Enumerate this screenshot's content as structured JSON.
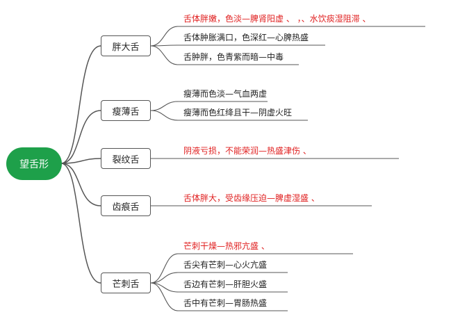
{
  "root": {
    "label": "望舌形"
  },
  "branches": [
    {
      "label": "胖大舌",
      "items": [
        {
          "text": "舌体胖嫩，色淡—脾肾阳虚 、           ，、水饮痰湿阻滞 、",
          "highlight": true
        },
        {
          "text": "舌体肿胀满口，色深红—心脾热盛",
          "highlight": false
        },
        {
          "text": "舌肿胖，色青紫而暗—中毒",
          "highlight": false
        }
      ]
    },
    {
      "label": "瘦薄舌",
      "items": [
        {
          "text": "瘦薄而色淡—气血两虚",
          "highlight": false
        },
        {
          "text": "瘦薄而色红绛且干—阴虚火旺",
          "highlight": false
        }
      ]
    },
    {
      "label": "裂纹舌",
      "items": [
        {
          "text": "阴液亏损，不能荣润—热盛津伤 、",
          "highlight": true
        }
      ]
    },
    {
      "label": "齿痕舌",
      "items": [
        {
          "text": "舌体胖大，受齿缘压迫—脾虚湿盛 、",
          "highlight": true
        }
      ]
    },
    {
      "label": "芒刺舌",
      "items": [
        {
          "text": "芒刺干燥—热邪亢盛 、",
          "highlight": true
        },
        {
          "text": "舌尖有芒刺—心火亢盛",
          "highlight": false
        },
        {
          "text": "舌边有芒刺—肝胆火盛",
          "highlight": false
        },
        {
          "text": "舌中有芒刺—胃肠热盛",
          "highlight": false
        }
      ]
    }
  ],
  "colors": {
    "root": "#1ea04a",
    "highlight": "#e02020",
    "normal": "#222222",
    "line": "#555555"
  }
}
